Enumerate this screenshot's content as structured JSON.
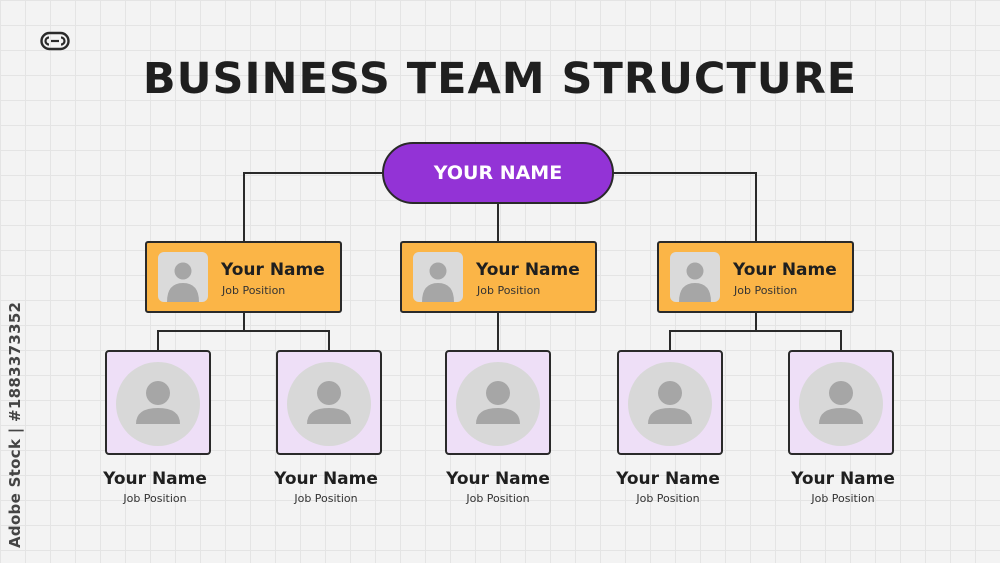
{
  "title": "BUSINESS TEAM STRUCTURE",
  "colors": {
    "root_fill": "#9333d6",
    "manager_fill": "#fbb547",
    "member_fill": "#eedff7",
    "avatar_fill": "#a6a6a6",
    "line": "#2a2a2a"
  },
  "icons": {
    "logo": "stock-logo-icon",
    "avatar": "person-avatar-icon"
  },
  "root": {
    "name": "YOUR NAME"
  },
  "managers": [
    {
      "name": "Your Name",
      "position": "Job Position"
    },
    {
      "name": "Your Name",
      "position": "Job Position"
    },
    {
      "name": "Your Name",
      "position": "Job Position"
    }
  ],
  "members": [
    {
      "name": "Your Name",
      "position": "Job Position"
    },
    {
      "name": "Your Name",
      "position": "Job Position"
    },
    {
      "name": "Your Name",
      "position": "Job Position"
    },
    {
      "name": "Your Name",
      "position": "Job Position"
    },
    {
      "name": "Your Name",
      "position": "Job Position"
    }
  ],
  "watermark": "Adobe Stock | #1883373352"
}
